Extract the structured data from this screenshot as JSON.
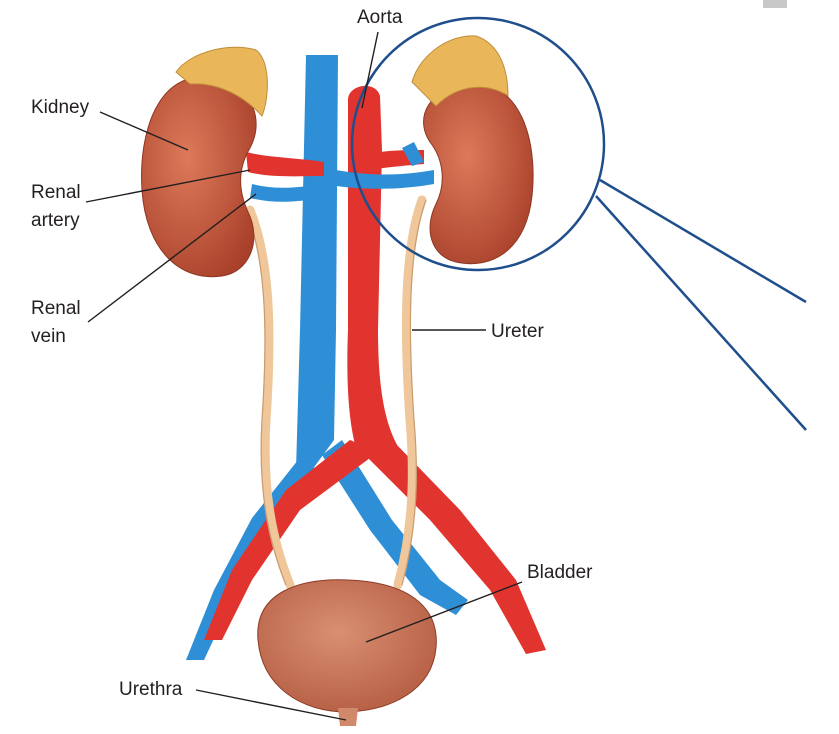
{
  "labels": {
    "aorta": "Aorta",
    "kidney": "Kidney",
    "renal_artery_1": "Renal",
    "renal_artery_2": "artery",
    "renal_vein_1": "Renal",
    "renal_vein_2": "vein",
    "ureter": "Ureter",
    "bladder": "Bladder",
    "urethra": "Urethra"
  },
  "colors": {
    "artery": "#e2342f",
    "vein": "#2f8fd6",
    "kidney": "#c65538",
    "adrenal": "#e9b75a",
    "ureter": "#efc79a",
    "bladder": "#c9765a",
    "callout": "#1f4e8c",
    "leader": "#231f20"
  }
}
